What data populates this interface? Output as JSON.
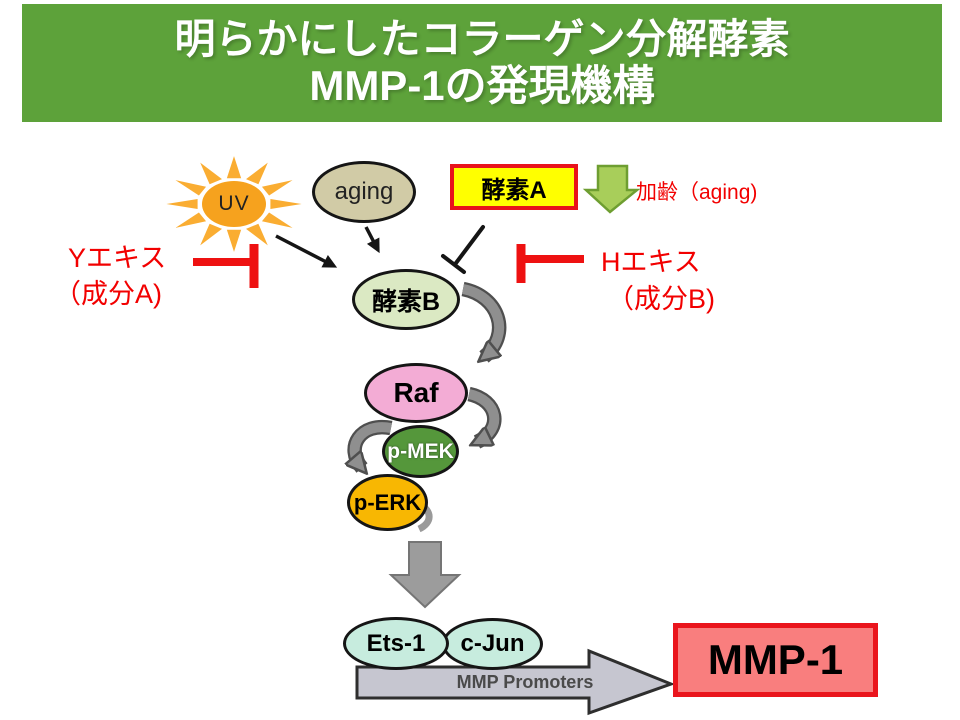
{
  "slide": {
    "title_line1": "明らかにしたコラーゲン分解酵素",
    "title_line2": "MMP-1の発現機構"
  },
  "nodes": {
    "uv": {
      "label": "UV"
    },
    "aging": {
      "label": "aging"
    },
    "enzyme_a": {
      "label": "酵素A"
    },
    "enzyme_b": {
      "label": "酵素B"
    },
    "raf": {
      "label": "Raf"
    },
    "p_mek": {
      "label": "p-MEK"
    },
    "p_erk": {
      "label": "p-ERK"
    },
    "ets_1": {
      "label": "Ets-1"
    },
    "c_jun": {
      "label": "c-Jun"
    },
    "mmp_1": {
      "label": "MMP-1"
    }
  },
  "annotations": {
    "aging_arrow_label": "加齢（aging)",
    "y_extract_line1": "Yエキス",
    "y_extract_line2": "（成分A)",
    "h_extract_line1": "Hエキス",
    "h_extract_line2": "（成分B)",
    "promoter_label": "MMP Promoters"
  },
  "colors": {
    "banner_green": "#5DA23A",
    "annotation_red": "#F20000",
    "sun_orange": "#F6A21E",
    "sun_ray_orange": "#FAAD32",
    "aging_fill": "#D1CBA6",
    "enzyme_a_fill": "#FFFF00",
    "enzyme_a_border": "#E8131B",
    "enzyme_b_fill": "#DBE9C3",
    "raf_pink": "#F3ACD5",
    "p_mek_green": "#55973B",
    "p_erk_amber": "#F8B702",
    "ap1_teal": "#C7ECDE",
    "mmp1_fill": "#F97E7E",
    "mmp1_border": "#EA151D",
    "green_arrow_fill": "#A8CE5A",
    "block_arrow_gray": "#9C9C9C",
    "promoter_arrow_fill": "#C6C6D0"
  }
}
